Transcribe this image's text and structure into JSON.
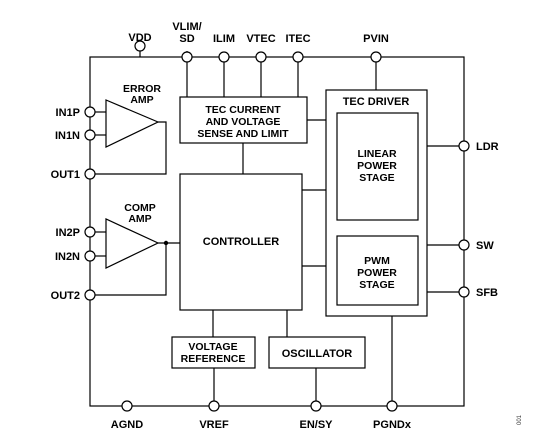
{
  "pins": {
    "vdd": "VDD",
    "vlim_sd_line1": "VLIM/",
    "vlim_sd_line2": "SD",
    "ilim": "ILIM",
    "vtec": "VTEC",
    "itec": "ITEC",
    "pvin": "PVIN",
    "in1p": "IN1P",
    "in1n": "IN1N",
    "out1": "OUT1",
    "in2p": "IN2P",
    "in2n": "IN2N",
    "out2": "OUT2",
    "ldr": "LDR",
    "sw": "SW",
    "sfb": "SFB",
    "agnd": "AGND",
    "vref": "VREF",
    "en_sy": "EN/SY",
    "pgndx": "PGNDx"
  },
  "blocks": {
    "error_amp": [
      "ERROR",
      "AMP"
    ],
    "comp_amp": [
      "COMP",
      "AMP"
    ],
    "tec_sense": [
      "TEC CURRENT",
      "AND VOLTAGE",
      "SENSE AND LIMIT"
    ],
    "controller": "CONTROLLER",
    "tec_driver": "TEC DRIVER",
    "linear_stage": [
      "LINEAR",
      "POWER",
      "STAGE"
    ],
    "pwm_stage": [
      "PWM",
      "POWER",
      "STAGE"
    ],
    "voltage_reference": [
      "VOLTAGE",
      "REFERENCE"
    ],
    "oscillator": "OSCILLATOR"
  },
  "figure_id": "001"
}
